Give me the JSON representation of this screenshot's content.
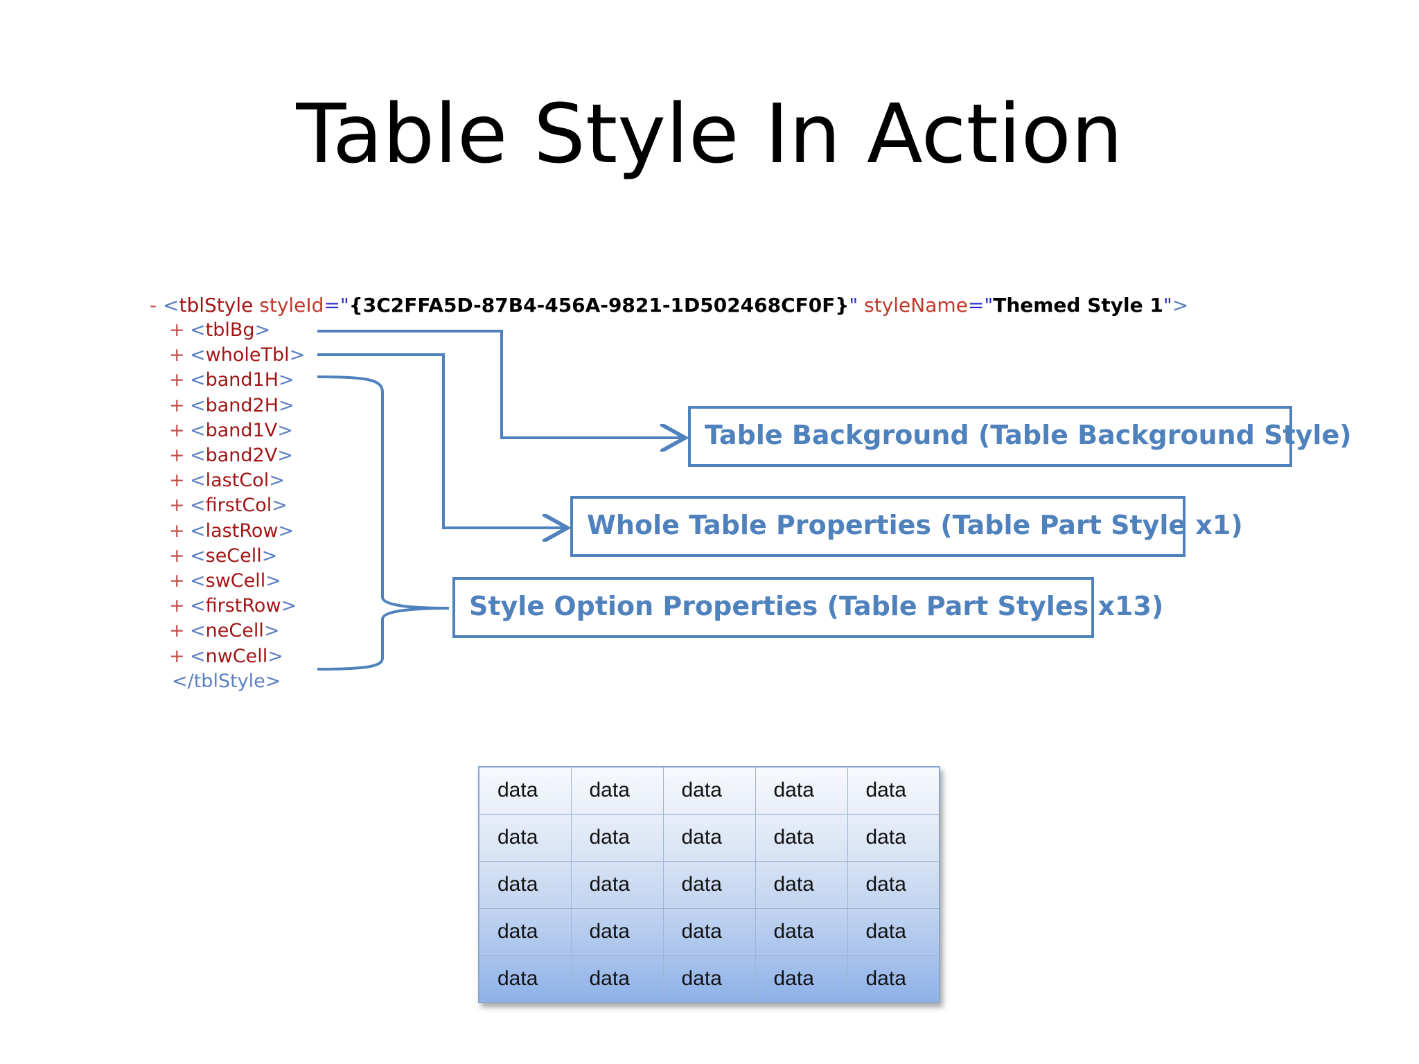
{
  "slide": {
    "title": "Table Style In Action"
  },
  "xml": {
    "collapse_marker": "-",
    "open_bracket": "<",
    "root_tag": "tblStyle",
    "attr1_name": "styleId",
    "attr1_eq": "=\"",
    "attr1_value": "{3C2FFA5D-87B4-456A-9821-1D502468CF0F}",
    "attr1_close": "\"",
    "attr2_name": "styleName",
    "attr2_eq": "=\"",
    "attr2_value": "Themed Style 1",
    "attr2_close": "\"",
    "close_bracket": ">",
    "expand_marker": "+",
    "children": [
      "tblBg",
      "wholeTbl",
      "band1H",
      "band2H",
      "band1V",
      "band2V",
      "lastCol",
      "firstCol",
      "lastRow",
      "seCell",
      "swCell",
      "firstRow",
      "neCell",
      "nwCell"
    ],
    "closing_tag": "</tblStyle>"
  },
  "callouts": {
    "table_background": "Table Background (Table Background Style)",
    "whole_table": "Whole Table Properties (Table Part Style x1)",
    "style_option": "Style Option Properties (Table Part Styles x13)"
  },
  "table": {
    "rows": [
      [
        "data",
        "data",
        "data",
        "data",
        "data"
      ],
      [
        "data",
        "data",
        "data",
        "data",
        "data"
      ],
      [
        "data",
        "data",
        "data",
        "data",
        "data"
      ],
      [
        "data",
        "data",
        "data",
        "data",
        "data"
      ],
      [
        "data",
        "data",
        "data",
        "data",
        "data"
      ]
    ]
  },
  "colors": {
    "accent": "#4f81bd"
  }
}
